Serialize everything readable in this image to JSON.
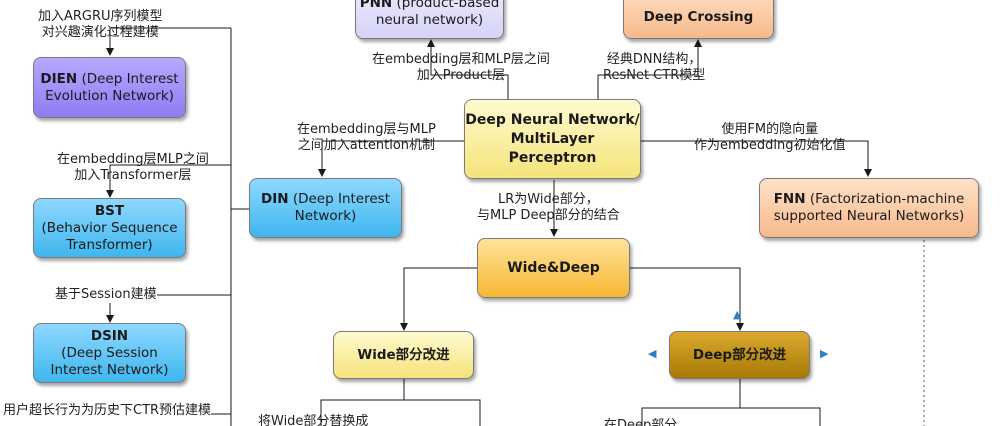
{
  "nodes": {
    "pnn": {
      "bold": "PNN",
      "text": "(product-based neural network)"
    },
    "deep_crossing": {
      "bold": "Deep Crossing"
    },
    "dien": {
      "bold": "DIEN",
      "text": "(Deep Interest Evolution Network)"
    },
    "dnn": {
      "bold": "Deep Neural Network/ MultiLayer Perceptron"
    },
    "din": {
      "bold": "DIN",
      "text": "(Deep Interest Network)"
    },
    "bst": {
      "bold": "BST",
      "text": "(Behavior Sequence Transformer)"
    },
    "fnn": {
      "bold": "FNN",
      "text": "(Factorization-machine supported Neural Networks)"
    },
    "wide_deep": {
      "bold": "Wide&Deep"
    },
    "dsin": {
      "bold": "DSIN",
      "text": "(Deep Session Interest Network)"
    },
    "wide_improve": {
      "bold": "Wide部分改进"
    },
    "deep_improve": {
      "bold": "Deep部分改进"
    }
  },
  "labels": {
    "dien_note": "加入ARGRU序列模型\n对兴趣演化过程建模",
    "pnn_note": "在embedding层和MLP层之间\n加入Product层",
    "dc_note": "经典DNN结构，\nResNet CTR模型",
    "din_note": "在embedding层与MLP\n之间加入attention机制",
    "fnn_note": "使用FM的隐向量\n作为embedding初始化值",
    "bst_note": "在embedding层MLP之间\n加入Transformer层",
    "wd_note": "LR为Wide部分，\n与MLP Deep部分的结合",
    "dsin_note": "基于Session建模",
    "long_seq_note": "用户超长行为为历史下CTR预估建模",
    "wide_cut_note": "将Wide部分替换成",
    "deep_cut_note": "在Deep部分"
  },
  "colors": {
    "line": "#1a1a1a",
    "purple": "#8f7cf2",
    "blue": "#3fb6ee",
    "yellow": "#f5e37a",
    "peach": "#f7b98c",
    "orange": "#f6b733",
    "brown": "#a87a05",
    "handle": "#2f7fc1"
  }
}
